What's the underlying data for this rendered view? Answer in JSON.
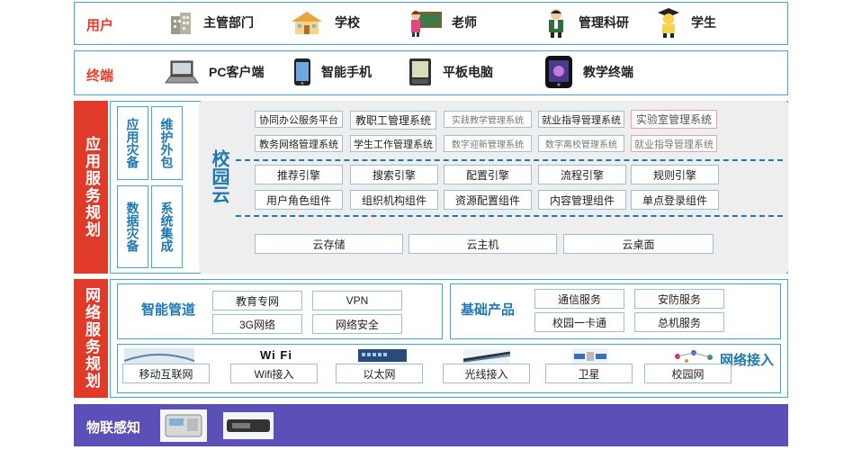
{
  "users": {
    "label": "用户",
    "items": [
      {
        "label": "主管部门",
        "icon": "building-icon"
      },
      {
        "label": "学校",
        "icon": "school-house-icon"
      },
      {
        "label": "老师",
        "icon": "teacher-icon"
      },
      {
        "label": "管理科研",
        "icon": "researcher-icon"
      },
      {
        "label": "学生",
        "icon": "student-icon"
      }
    ]
  },
  "terminals": {
    "label": "终端",
    "items": [
      {
        "label": "PC客户端",
        "icon": "laptop-icon"
      },
      {
        "label": "智能手机",
        "icon": "smartphone-icon"
      },
      {
        "label": "平板电脑",
        "icon": "tablet-icon"
      },
      {
        "label": "教学终端",
        "icon": "teaching-terminal-icon"
      }
    ]
  },
  "app_services": {
    "label": "应用服务规划",
    "disaster_recovery": "应用灾备",
    "maintenance": "维护外包",
    "data_recovery": "数据灾备",
    "integration": "系统集成",
    "cloud_title": "校园云",
    "apps_row1": [
      "协同办公服务平台",
      "教职工管理系统",
      "实践教学管理系统",
      "就业指导管理系统",
      "实验室管理系统"
    ],
    "apps_row2": [
      "教务网络管理系统",
      "学生工作管理系统",
      "数字迎新管理系统",
      "数字离校管理系统",
      "就业指导管理系统"
    ],
    "engines": [
      "推荐引擎",
      "搜索引擎",
      "配置引擎",
      "流程引擎",
      "规则引擎"
    ],
    "components": [
      "用户角色组件",
      "组织机构组件",
      "资源配置组件",
      "内容管理组件",
      "单点登录组件"
    ],
    "infra": [
      "云存储",
      "云主机",
      "云桌面"
    ]
  },
  "network": {
    "label": "网络服务规划",
    "smart_pipe": "智能管道",
    "pipe_items": [
      "教育专网",
      "VPN",
      "3G网络",
      "网络安全"
    ],
    "basic_products": "基础产品",
    "product_items": [
      "通信服务",
      "安防服务",
      "校园一卡通",
      "总机服务"
    ],
    "access_title": "网络接入",
    "access_items": [
      "移动互联网",
      "Wifi接入",
      "以太网",
      "光线接入",
      "卫星",
      "校园网"
    ],
    "wifi_logo": "Wi Fi"
  },
  "iot": {
    "label": "物联感知"
  }
}
